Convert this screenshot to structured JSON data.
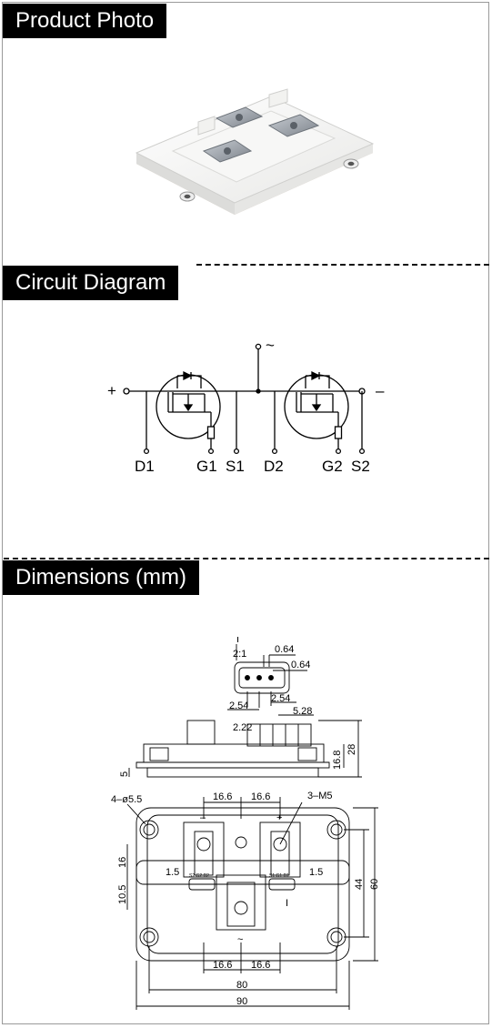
{
  "sections": {
    "photo": {
      "title": "Product Photo"
    },
    "circuit": {
      "title": "Circuit Diagram",
      "plus": "+",
      "minus": "–",
      "ac": "~",
      "pins": [
        "D1",
        "G1",
        "S1",
        "D2",
        "G2",
        "S2"
      ]
    },
    "dimensions": {
      "title": "Dimensions (mm)",
      "detail_label": "I",
      "detail_scale": "2:1",
      "labels": {
        "d064a": "0.64",
        "d064b": "0.64",
        "d254a": "2.54",
        "d254b": "2.54",
        "d528": "5.28",
        "d222": "2.22",
        "d168": "16.8",
        "d28": "28",
        "d5": "5",
        "holes": "4–ø5.5",
        "screws": "3–M5",
        "t166a": "16.6",
        "t166b": "16.6",
        "b166a": "16.6",
        "b166b": "16.6",
        "d16": "16",
        "d105": "10.5",
        "d15a": "1.5",
        "d15b": "1.5",
        "d44": "44",
        "d60": "60",
        "d80": "80",
        "d90": "90",
        "conn_left": "S2 G2 D2",
        "conn_right": "S1 G1 D1",
        "marker": "I"
      }
    }
  },
  "colors": {
    "title_bg": "#000000",
    "title_fg": "#ffffff",
    "module_body": "#f4f4f2",
    "module_base": "#c9b9a8",
    "terminal": "#9a9fa6"
  }
}
